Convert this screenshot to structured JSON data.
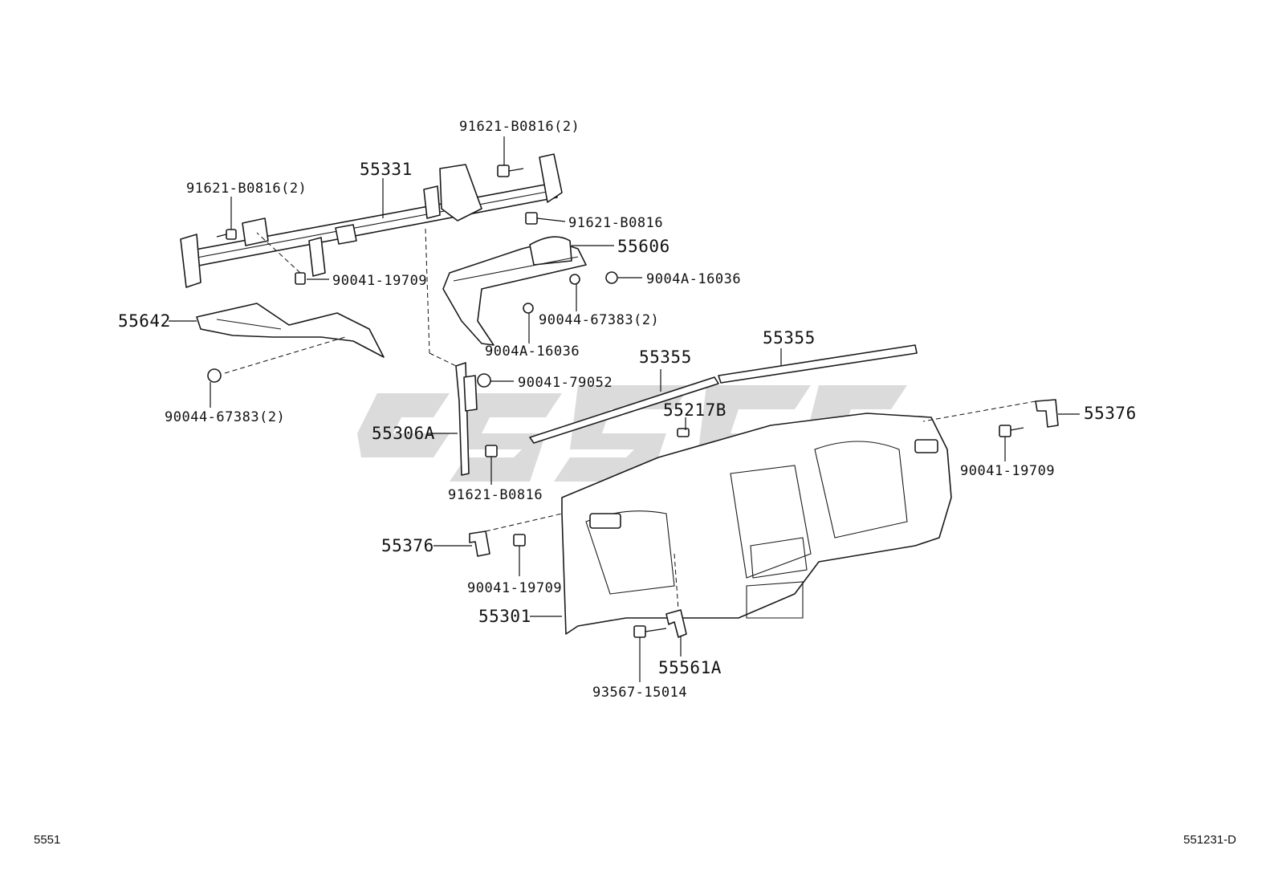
{
  "labels": {
    "l_91621_top": "91621-B0816(2)",
    "l_55331": "55331",
    "l_91621_left": "91621-B0816(2)",
    "l_91621_right": "91621-B0816",
    "l_55606": "55606",
    "l_9004A_right": "9004A-16036",
    "l_90041_19709_upper": "90041-19709",
    "l_55642": "55642",
    "l_90044_mid": "90044-67383(2)",
    "l_9004A_mid": "9004A-16036",
    "l_90044_left": "90044-67383(2)",
    "l_90041_79052": "90041-79052",
    "l_55355_left": "55355",
    "l_55355_right": "55355",
    "l_55217B": "55217B",
    "l_55376_right": "55376",
    "l_55306A": "55306A",
    "l_90041_19709_right": "90041-19709",
    "l_91621_bottom": "91621-B0816",
    "l_55376_left": "55376",
    "l_90041_19709_lower": "90041-19709",
    "l_55301": "55301",
    "l_55561A": "55561A",
    "l_93567": "93567-15014"
  },
  "footer": {
    "left_code": "5551",
    "right_code": "551231-D"
  },
  "colors": {
    "line": "#111111",
    "watermark": "#cfcfcf",
    "background": "#ffffff"
  }
}
